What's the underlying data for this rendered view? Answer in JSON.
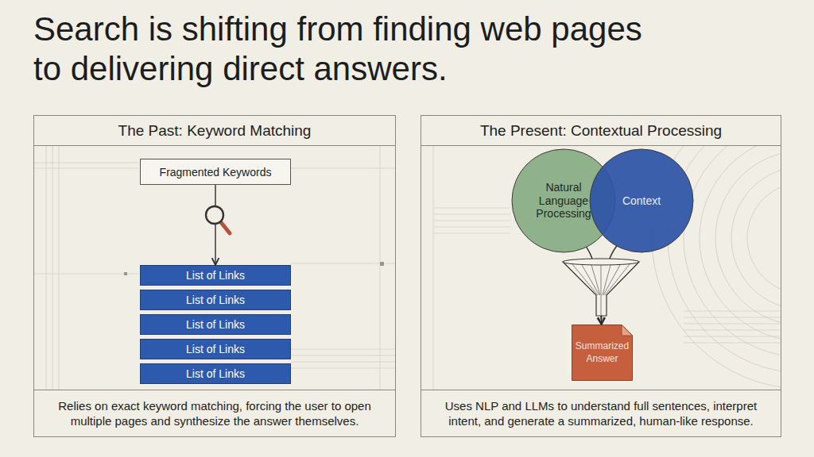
{
  "diagram": {
    "title": "Search is shifting from finding web pages to delivering direct answers.",
    "nodes": [
      {
        "text": [
          "The Past: Keyword Matching",
          "Relies on exact keyword matching, forcing the user to open multiple pages and synthesize the answer themselves."
        ]
      },
      {
        "text": [
          "Fragmented Keywords"
        ],
        "in": 0
      },
      {
        "text": [
          "List of Links"
        ],
        "in": 0
      },
      {
        "text": [
          "List of Links"
        ],
        "in": 0
      },
      {
        "text": [
          "List of Links"
        ],
        "in": 0
      },
      {
        "text": [
          "List of Links"
        ],
        "in": 0
      },
      {
        "text": [
          "List of Links"
        ],
        "in": 0
      },
      {
        "text": [
          "The Present: Contextual Processing",
          "Uses NLP and LLMs to understand full sentences, interpret intent, and generate a summarized, human-like response."
        ]
      },
      {
        "text": [
          "Natural Language Processing"
        ],
        "in": 7
      },
      {
        "text": [
          "Context"
        ],
        "in": 7
      },
      {
        "text": [
          "Summarized Answer"
        ],
        "in": 7
      }
    ],
    "edges": [
      {
        "from": 1,
        "to": 2,
        "arrow": "to"
      },
      {
        "from": 8,
        "to": 10,
        "arrow": "to"
      },
      {
        "from": 9,
        "to": 10,
        "arrow": "to"
      }
    ]
  }
}
